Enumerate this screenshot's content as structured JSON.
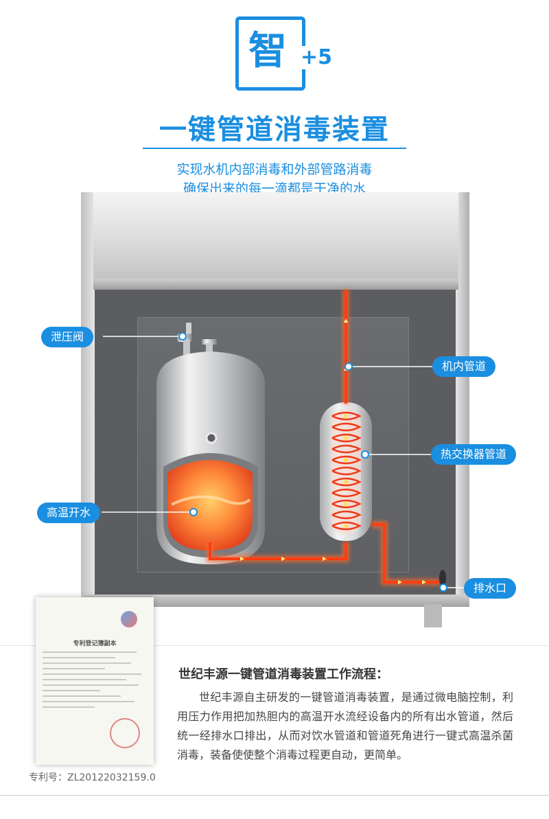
{
  "badge": {
    "char": "智",
    "plus": "+5"
  },
  "title": "一键管道消毒装置",
  "subtitle": {
    "line1": "实现水机内部消毒和外部管路消毒",
    "line2": "确保出来的每一滴都是干净的水"
  },
  "labels": {
    "relief_valve": "泄压阀",
    "internal_pipe": "机内管道",
    "heat_exchanger_pipe": "热交换器管道",
    "hot_water": "高温开水",
    "drain": "排水口"
  },
  "colors": {
    "accent": "#1a8ee0",
    "pipe": "#ff4a1a"
  },
  "certificate": {
    "title": "专利登记簿副本"
  },
  "patent_no": "专利号：ZL20122032159.0",
  "flow": {
    "title": "世纪丰源一键管道消毒装置工作流程：",
    "body": "世纪丰源自主研发的一键管道消毒装置，是通过微电脑控制，利用压力作用把加热胆内的高温开水流经设备内的所有出水管道，然后统一经排水口排出，从而对饮水管道和管道死角进行一键式高温杀菌消毒，装备使使整个消毒过程更自动，更简单。"
  }
}
